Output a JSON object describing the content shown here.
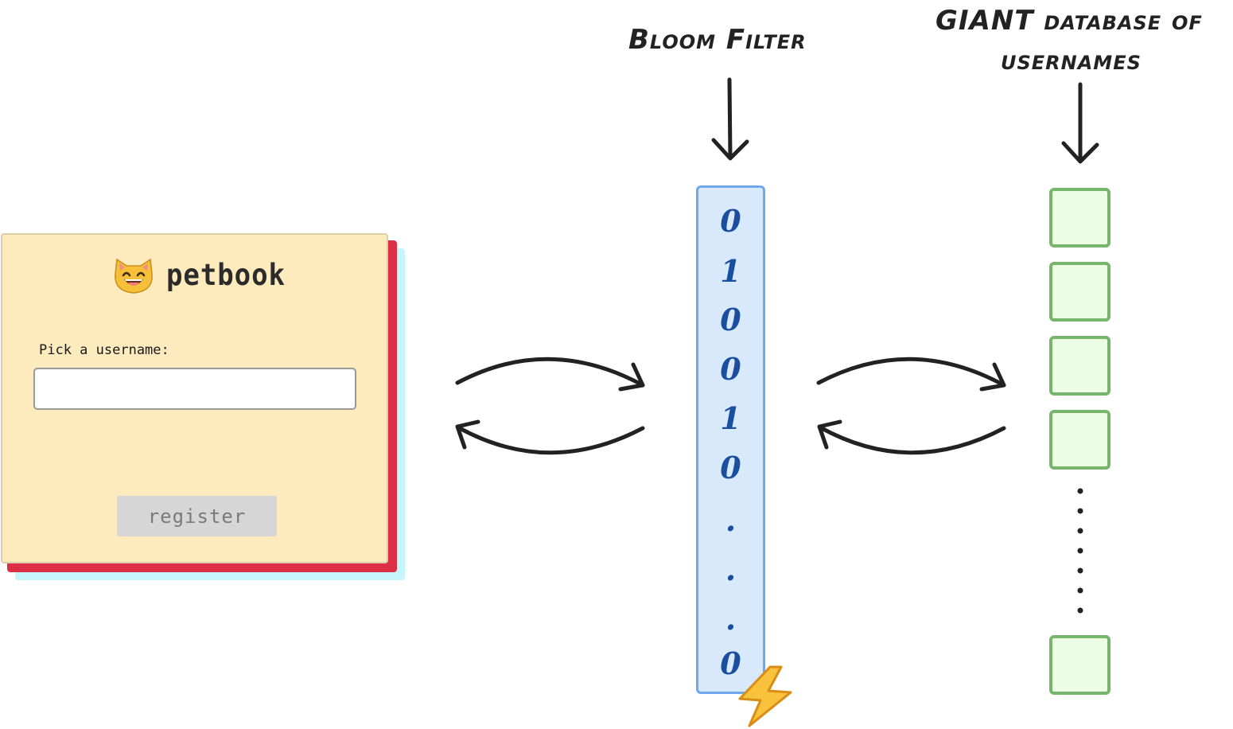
{
  "petbook": {
    "brand": "petbook",
    "brand_icon": "cat-emoji-icon",
    "username_label": "Pick a username:",
    "username_value": "",
    "register_label": "register"
  },
  "bloom_filter": {
    "title": "Bloom Filter",
    "bits": [
      "0",
      "1",
      "0",
      "0",
      "1",
      "0",
      ".",
      ".",
      ".",
      "0"
    ],
    "bits_shown": [
      "0",
      "1",
      "0",
      "0",
      "1",
      "0",
      "0"
    ],
    "badge_icon": "lightning-icon"
  },
  "database": {
    "title_line1_big": "GIANT",
    "title_line1_rest": " database of",
    "title_line2": "usernames",
    "cell_count_visible": 5
  },
  "colors": {
    "card_bg": "#fdeabd",
    "card_red": "#dc2f45",
    "card_cyan": "#c4f6fb",
    "bloom_bg": "#d8e9fc",
    "bloom_border": "#6fa8ee",
    "bit_text": "#1a4fa0",
    "db_bg": "#ebfde3",
    "db_border": "#78b56c",
    "ink": "#222222",
    "lightning": "#f9c23c"
  }
}
